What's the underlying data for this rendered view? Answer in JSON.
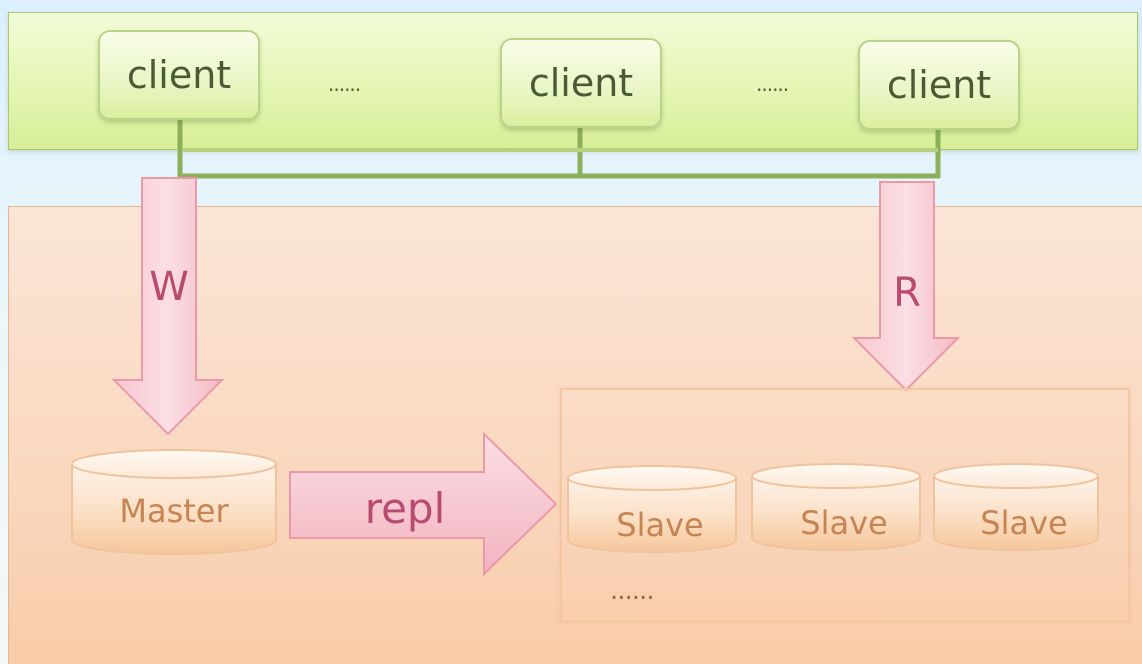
{
  "clients": [
    {
      "label": "client"
    },
    {
      "label": "client"
    },
    {
      "label": "client"
    }
  ],
  "client_ellipsis": [
    "......",
    "......"
  ],
  "write_arrow_label": "W",
  "read_arrow_label": "R",
  "master": {
    "label": "Master"
  },
  "repl_arrow_label": "repl",
  "slaves": [
    {
      "label": "Slave"
    },
    {
      "label": "Slave"
    },
    {
      "label": "Slave"
    }
  ],
  "slave_ellipsis": "......"
}
